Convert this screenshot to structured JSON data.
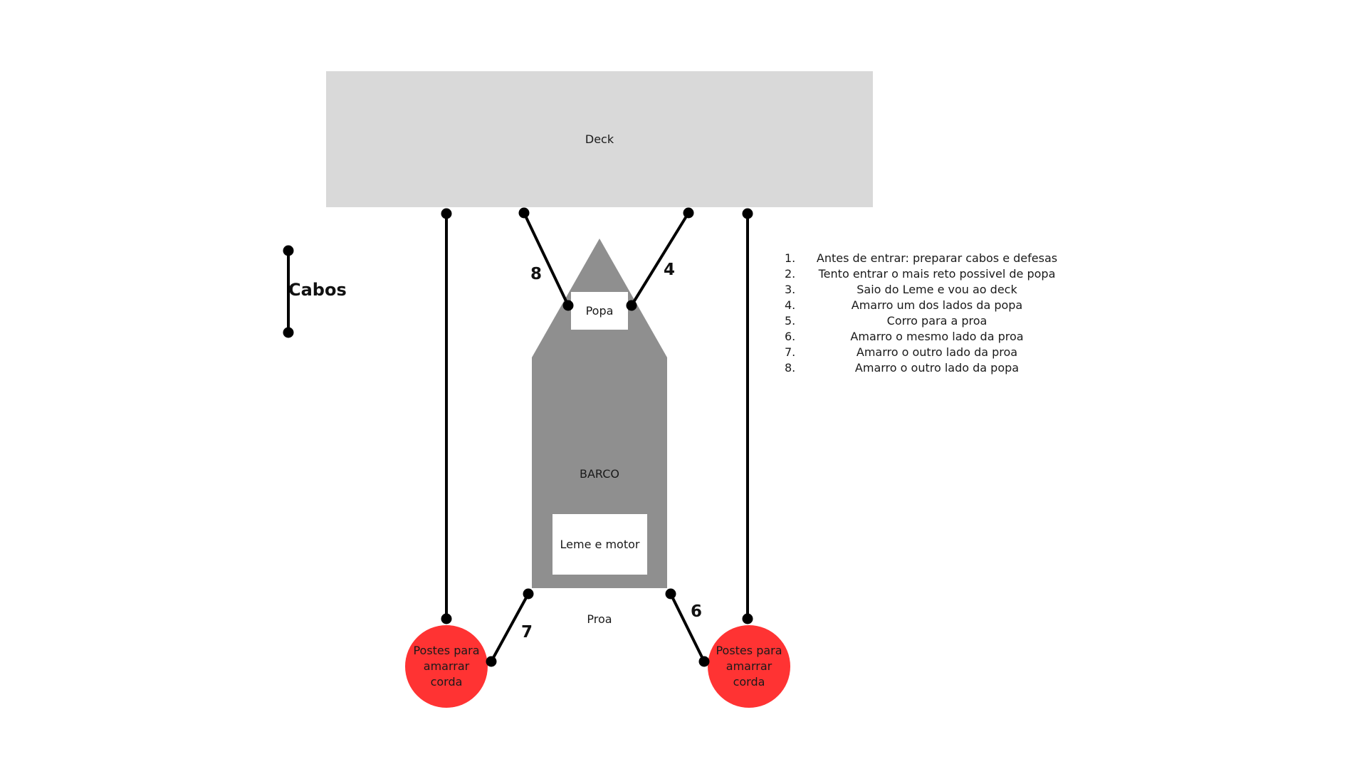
{
  "colors": {
    "deck": "#d9d9d9",
    "boat": "#8f8f8f",
    "box": "#ffffff",
    "post": "#ff3333",
    "line": "#000000"
  },
  "diagram": {
    "deck_label": "Deck",
    "popa_label": "Popa",
    "boat_label": "BARCO",
    "leme_label": "Leme e motor",
    "proa_label": "Proa",
    "post_left_label": "Postes para amarrar corda",
    "post_right_label": "Postes para amarrar corda",
    "legend_title": "Cabos",
    "cable_numbers": [
      "8",
      "4",
      "7",
      "6"
    ]
  },
  "steps": [
    {
      "num": "1.",
      "text": "Antes de entrar: preparar cabos e defesas"
    },
    {
      "num": "2.",
      "text": "Tento entrar o mais reto possivel de popa"
    },
    {
      "num": "3.",
      "text": "Saio do Leme e vou ao deck"
    },
    {
      "num": "4.",
      "text": "Amarro um dos lados da popa"
    },
    {
      "num": "5.",
      "text": "Corro para a proa"
    },
    {
      "num": "6.",
      "text": "Amarro o mesmo lado da proa"
    },
    {
      "num": "7.",
      "text": "Amarro o outro lado da proa"
    },
    {
      "num": "8.",
      "text": "Amarro o outro lado da popa"
    }
  ]
}
